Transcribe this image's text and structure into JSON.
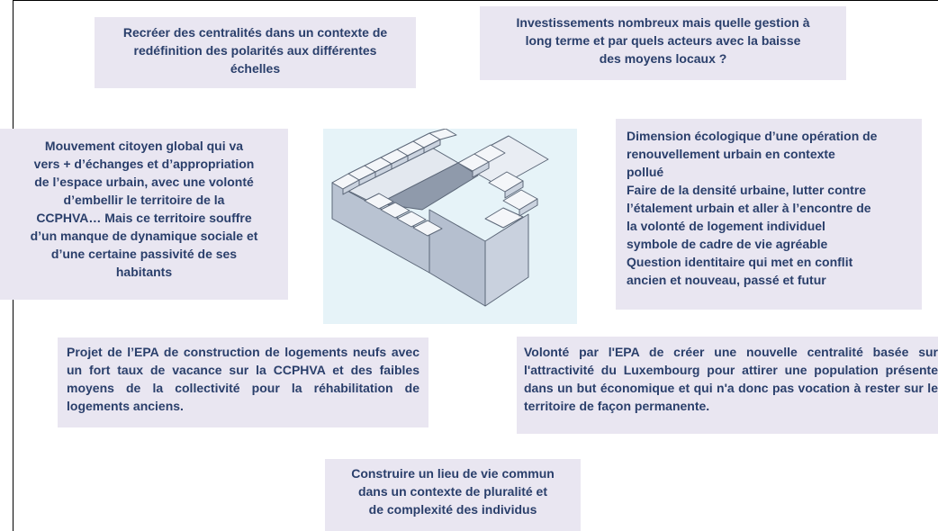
{
  "boxes": {
    "top_left": "Recréer des centralités dans un contexte de\nredéfinition des polarités aux différentes\néchelles",
    "top_right": "Investissements nombreux mais quelle gestion à\nlong terme et par quels acteurs avec la baisse\ndes moyens locaux ?",
    "mid_left": "Mouvement citoyen global qui va\nvers + d’échanges et d’appropriation\nde l’espace urbain, avec une volonté\nd’embellir le territoire de la\nCCPHVA… Mais ce territoire souffre\nd’un manque de dynamique sociale et\nd’une certaine passivité de ses\nhabitants",
    "mid_right": "Dimension écologique d’une opération de\nrenouvellement urbain en contexte\npollué\nFaire de la densité urbaine, lutter contre\nl’étalement urbain et aller à l’encontre de\nla volonté de logement individuel\nsymbole de cadre de vie agréable\nQuestion identitaire qui met en conflit\nancien et nouveau, passé et futur",
    "bottom_left": "Projet de l’EPA de construction de logements neufs avec un fort taux de vacance sur la CCPHVA et des faibles moyens de la collectivité pour la réhabilitation de logements anciens.",
    "bottom_right": "Volonté par l'EPA de créer une nouvelle centralité basée sur l'attractivité du Luxembourg pour attirer une population présente dans un but économique et qui n'a donc pas vocation à rester sur le territoire de façon permanente.",
    "bottom_center": "Construire un lieu de vie commun\ndans un contexte de pluralité et\nde complexité des individus"
  },
  "colors": {
    "box_fill": "#e9e6f1",
    "text": "#2a3f6b",
    "image_bg": "#e6f3f8",
    "stair_top": "#f4f6f9",
    "stair_side": "#c9d1de",
    "stair_front": "#b5bfcf"
  }
}
